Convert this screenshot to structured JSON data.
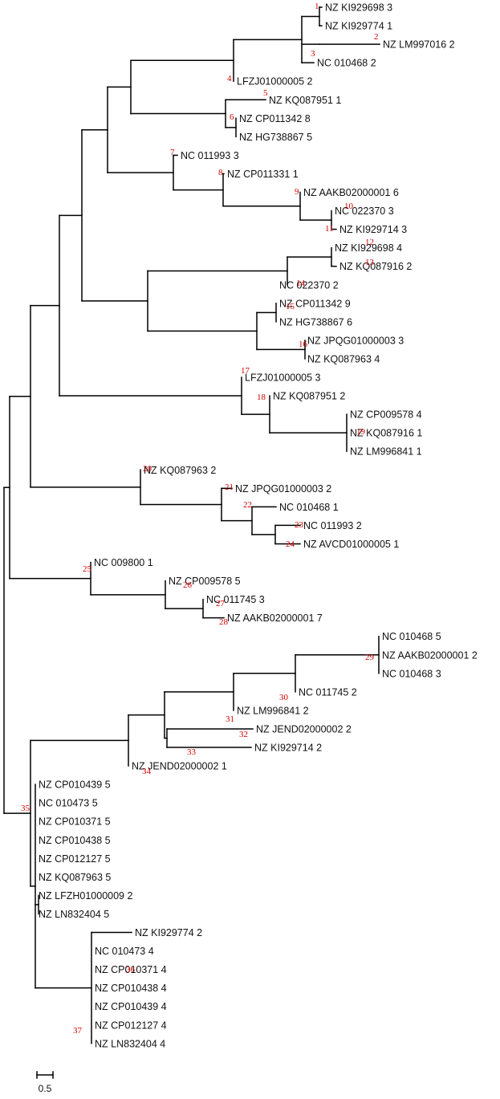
{
  "tree": {
    "scale_label": "0.5",
    "colors": {
      "branch": "#000000",
      "label": "#111111",
      "node_number": "#d40000"
    },
    "leaves": [
      "NZ KI929698 3",
      "NZ KI929774 1",
      "NZ LM997016 2",
      "NC 010468 2",
      "LFZJ01000005 2",
      "NZ KQ087951 1",
      "NZ CP011342 8",
      "NZ HG738867 5",
      "NC 011993 3",
      "NZ CP011331 1",
      "NZ AAKB02000001 6",
      "NC 022370 3",
      "NZ KI929714 3",
      "NZ KI929698 4",
      "NZ KQ087916 2",
      "NC 022370 2",
      "NZ CP011342 9",
      "NZ HG738867 6",
      "NZ JPQG01000003 3",
      "NZ KQ087963 4",
      "LFZJ01000005 3",
      "NZ KQ087951 2",
      "NZ CP009578 4",
      "NZ KQ087916 1",
      "NZ LM996841 1",
      "NZ KQ087963 2",
      "NZ JPQG01000003 2",
      "NC 010468 1",
      "NC 011993 2",
      "NZ AVCD01000005 1",
      "NC 009800 1",
      "NZ CP009578 5",
      "NC 011745 3",
      "NZ AAKB02000001 7",
      "NC 010468 5",
      "NZ AAKB02000001 2",
      "NC 010468 3",
      "NC 011745 2",
      "NZ LM996841 2",
      "NZ JEND02000002 2",
      "NZ KI929714 2",
      "NZ JEND02000002 1",
      "NZ CP010439 5",
      "NC 010473 5",
      "NZ CP010371 5",
      "NZ CP010438 5",
      "NZ CP012127 5",
      "NZ KQ087963 5",
      "NZ LFZH01000009 2",
      "NZ LN832404 5",
      "NZ KI929774 2",
      "NC 010473 4",
      "NZ CP010371 4",
      "NZ CP010438 4",
      "NZ CP010439 4",
      "NZ CP012127 4",
      "NZ LN832404 4"
    ],
    "node_numbers": [
      "1",
      "2",
      "3",
      "4",
      "5",
      "6",
      "7",
      "8",
      "9",
      "10",
      "11",
      "12",
      "13",
      "14",
      "15",
      "16",
      "17",
      "18",
      "19",
      "20",
      "21",
      "22",
      "23",
      "24",
      "25",
      "26",
      "27",
      "28",
      "29",
      "30",
      "31",
      "32",
      "33",
      "34",
      "35",
      "36",
      "37"
    ]
  }
}
